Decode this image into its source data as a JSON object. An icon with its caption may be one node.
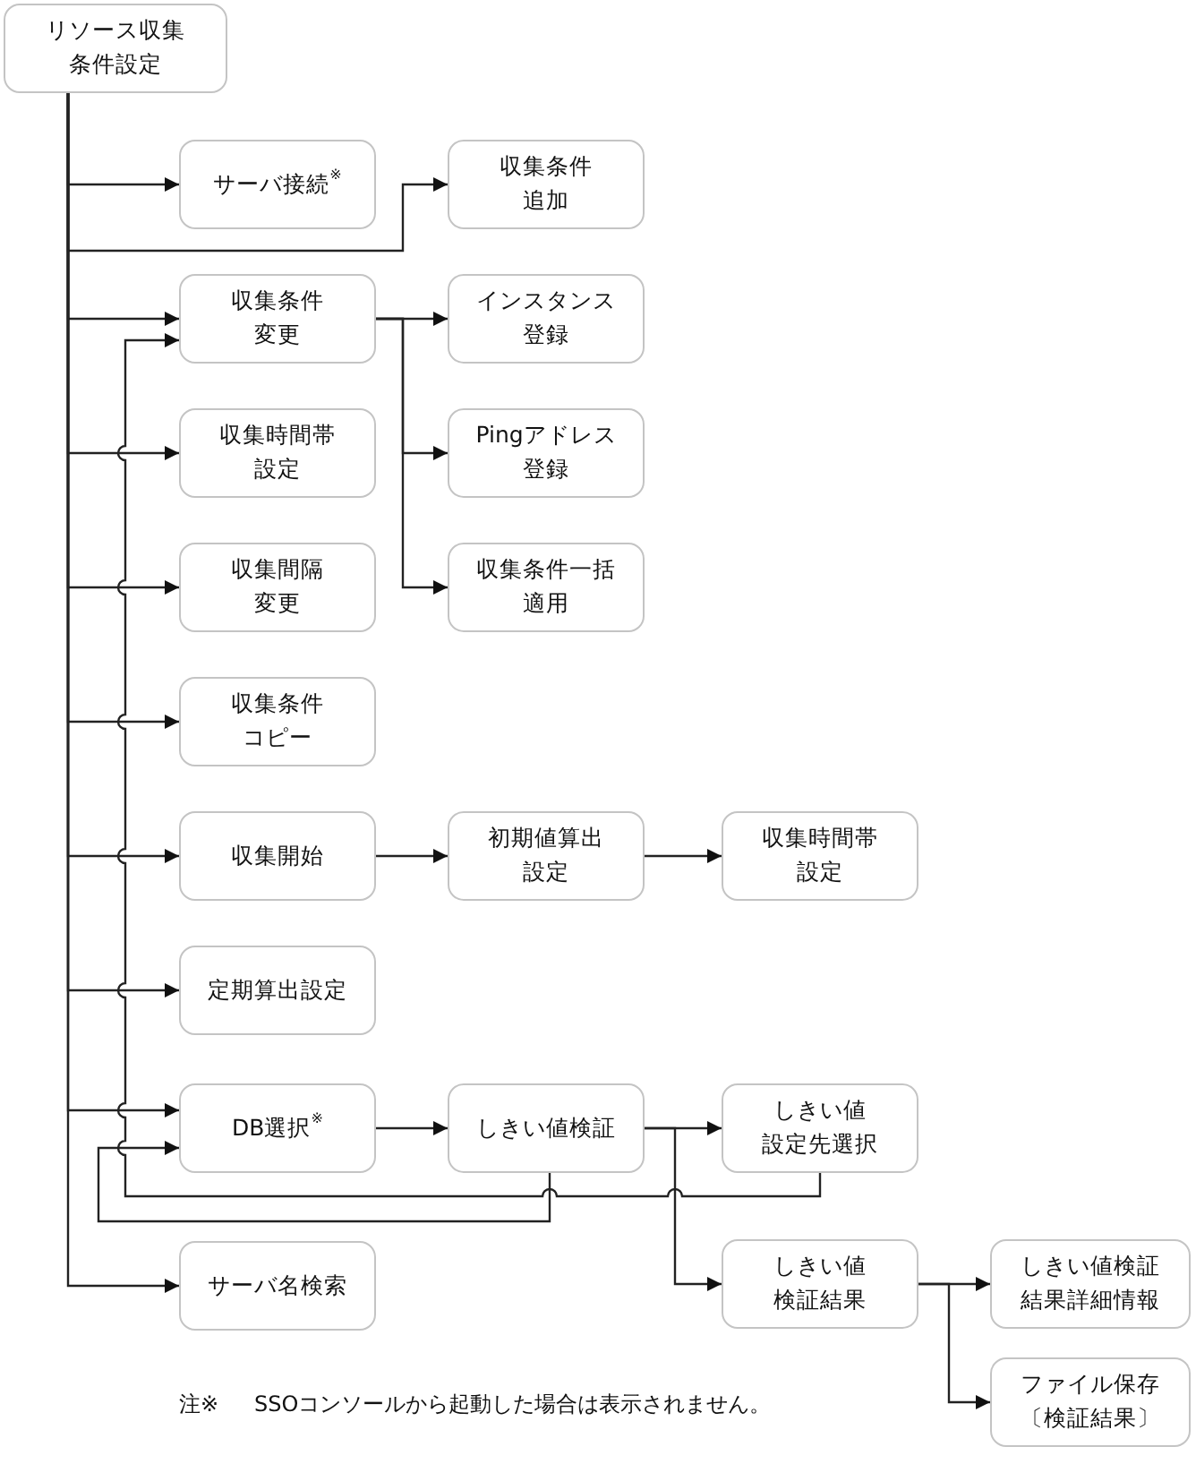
{
  "diagram": {
    "nodes": [
      {
        "text": [
          "リソース収集条件設定"
        ]
      },
      {
        "text": [
          "サーバ接続$^{※}$"
        ]
      },
      {
        "text": [
          "収集条件追加"
        ]
      },
      {
        "text": [
          "収集条件変更"
        ]
      },
      {
        "text": [
          "インスタンス登録"
        ]
      },
      {
        "text": [
          "収集時間帯設定"
        ]
      },
      {
        "text": [
          "Pingアドレス登録"
        ]
      },
      {
        "text": [
          "収集間隔変更"
        ]
      },
      {
        "text": [
          "収集条件一括適用"
        ]
      },
      {
        "text": [
          "収集条件コピー"
        ]
      },
      {
        "text": [
          "収集開始"
        ]
      },
      {
        "text": [
          "初期値算出設定"
        ]
      },
      {
        "text": [
          "収集時間帯設定"
        ]
      },
      {
        "text": [
          "定期算出設定"
        ]
      },
      {
        "text": [
          "DB選択$^{※}$"
        ]
      },
      {
        "text": [
          "しきい値検証"
        ]
      },
      {
        "text": [
          "しきい値設定先選択"
        ]
      },
      {
        "text": [
          "サーバ名検索"
        ]
      },
      {
        "text": [
          "しきい値検証結果"
        ]
      },
      {
        "text": [
          "しきい値検証結果詳細情報"
        ]
      },
      {
        "text": [
          "ファイル保存〔検証結果〕"
        ]
      }
    ],
    "edges": [
      {
        "from": 0,
        "to": 1,
        "arrow": "to"
      },
      {
        "from": 0,
        "to": 2,
        "arrow": "to"
      },
      {
        "from": 0,
        "to": 3,
        "arrow": "to"
      },
      {
        "from": 0,
        "to": 5,
        "arrow": "to"
      },
      {
        "from": 0,
        "to": 7,
        "arrow": "to"
      },
      {
        "from": 0,
        "to": 9,
        "arrow": "to"
      },
      {
        "from": 0,
        "to": 10,
        "arrow": "to"
      },
      {
        "from": 0,
        "to": 13,
        "arrow": "to"
      },
      {
        "from": 0,
        "to": 14,
        "arrow": "to"
      },
      {
        "from": 0,
        "to": 17,
        "arrow": "to"
      },
      {
        "from": 3,
        "to": 4,
        "arrow": "to"
      },
      {
        "from": 3,
        "to": 6,
        "arrow": "to"
      },
      {
        "from": 3,
        "to": 8,
        "arrow": "to"
      },
      {
        "from": 10,
        "to": 11,
        "arrow": "to"
      },
      {
        "from": 11,
        "to": 12,
        "arrow": "to"
      },
      {
        "from": 14,
        "to": 15,
        "arrow": "to"
      },
      {
        "from": 15,
        "to": 16,
        "arrow": "to"
      },
      {
        "from": 15,
        "to": 18,
        "arrow": "to"
      },
      {
        "from": 16,
        "to": 3,
        "arrow": "to"
      },
      {
        "from": 15,
        "to": 14,
        "arrow": "to"
      },
      {
        "from": 18,
        "to": 19,
        "arrow": "to"
      },
      {
        "from": 18,
        "to": 20,
        "arrow": "to"
      }
    ],
    "labels": [
      "注※",
      "SSOコンソールから起動した場合は表示されません。"
    ]
  }
}
